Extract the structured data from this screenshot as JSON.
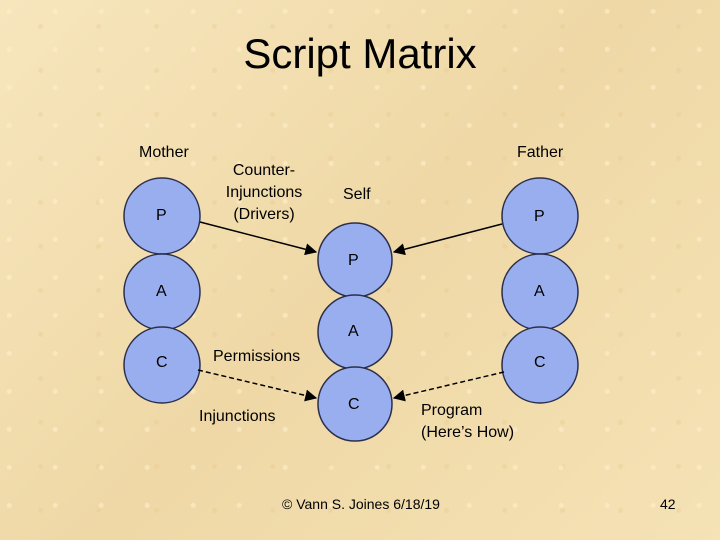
{
  "title": "Script Matrix",
  "labels": {
    "mother": "Mother",
    "father": "Father",
    "self": "Self",
    "counter_injunctions_line1": "Counter-",
    "counter_injunctions_line2": "Injunctions",
    "counter_injunctions_line3": "(Drivers)",
    "permissions": "Permissions",
    "injunctions": "Injunctions",
    "program_line1": "Program",
    "program_line2": "(Here’s How)"
  },
  "ego_states": {
    "mother": [
      "P",
      "A",
      "C"
    ],
    "father": [
      "P",
      "A",
      "C"
    ],
    "self": [
      "P",
      "A",
      "C"
    ]
  },
  "colors": {
    "circle_fill": "#99aeee",
    "circle_stroke": "#2b2f4d",
    "background": "#f3dfb0"
  },
  "footer": {
    "credit": "© Vann S. Joines 6/18/19",
    "page_number": "42"
  }
}
